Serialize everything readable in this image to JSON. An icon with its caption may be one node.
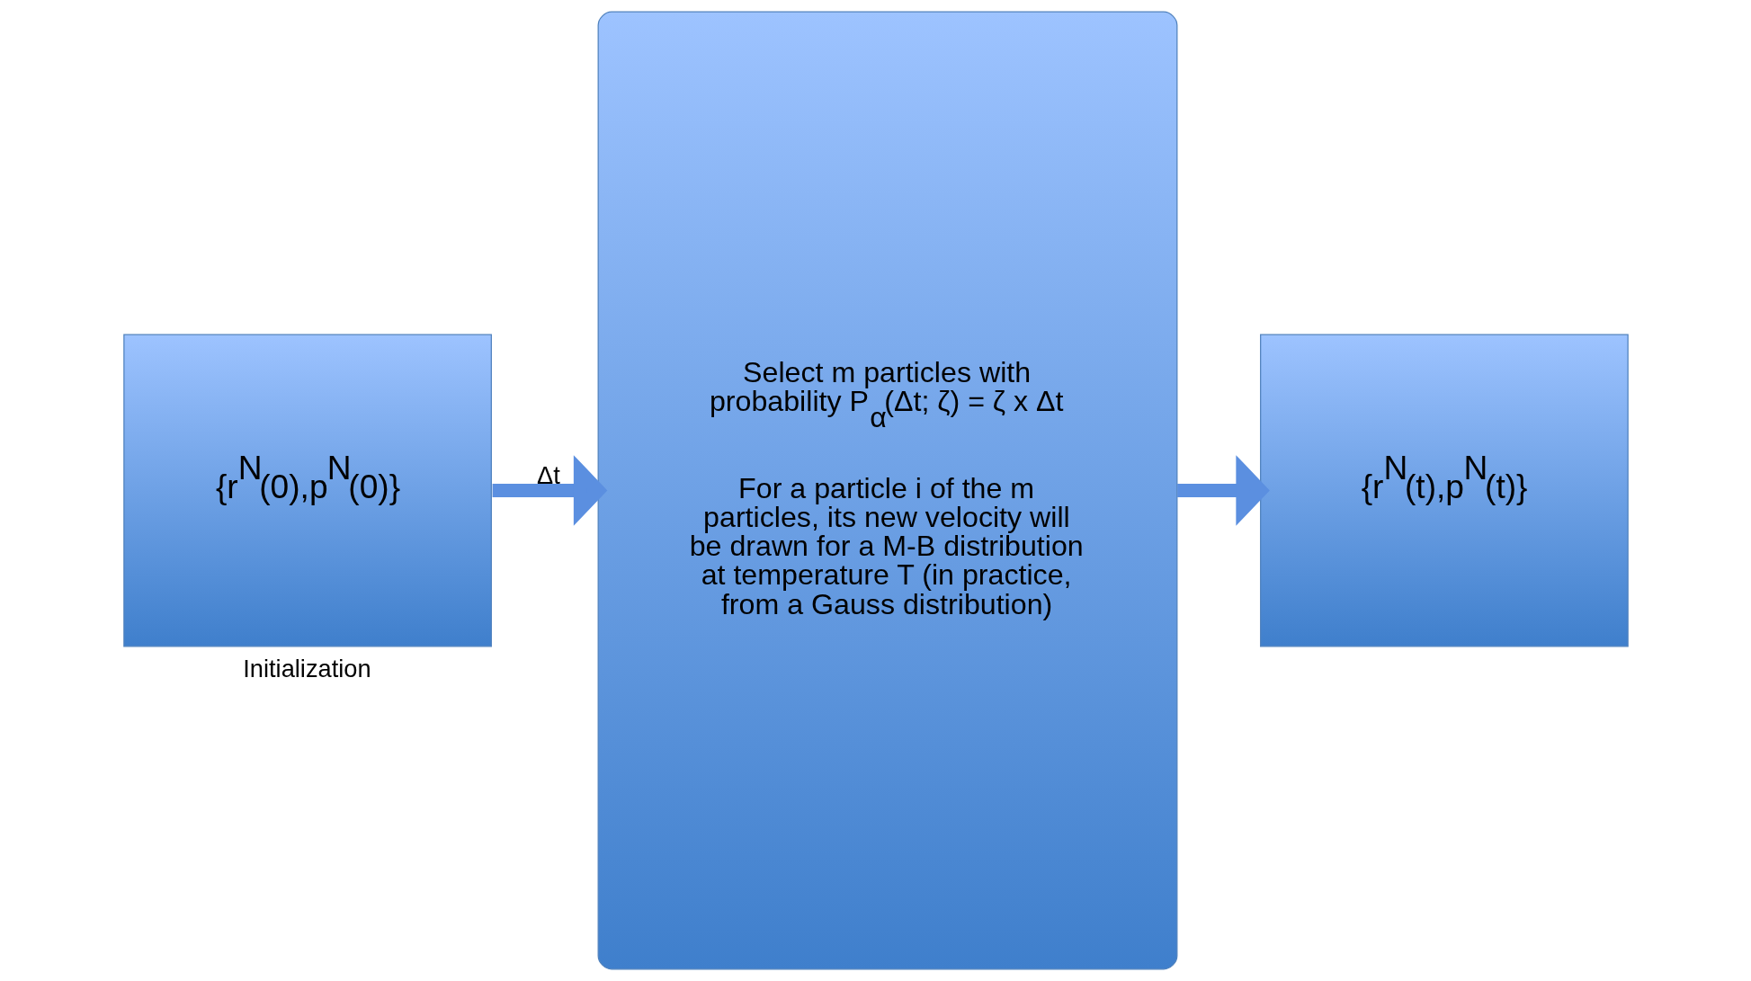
{
  "diagram": {
    "nodes": [
      {
        "text": [
          "{r$^{N}$(0),p$^{N}$(0)}"
        ],
        "beside": [
          "Initialization"
        ]
      },
      {
        "text": [
          "Select m particles with probability P$_{α}$(Δt; ζ) = ζ x Δt",
          "For a particle i of the m particles, its new velocity will be drawn for a M-B distribution at temperature T (in practice, from a Gauss distribution)"
        ]
      },
      {
        "text": [
          "{r$^{N}$(t),p$^{N}$(t)}"
        ]
      }
    ],
    "edges": [
      {
        "from": 0,
        "to": 1,
        "arrow": "to",
        "label": "Δt"
      },
      {
        "from": 1,
        "to": 2,
        "arrow": "to"
      }
    ]
  }
}
